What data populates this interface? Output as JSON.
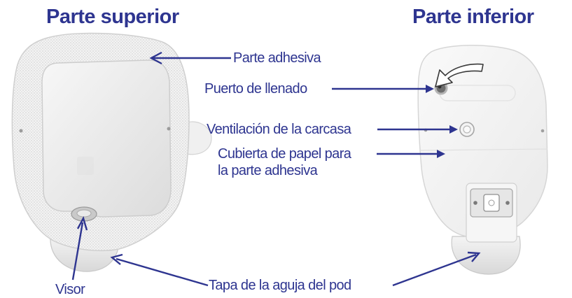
{
  "colors": {
    "heading": "#2e3590",
    "label": "#2e3590",
    "arrow": "#2e3590",
    "adhesive": "#f2f2f2",
    "pod_body": "#ececec",
    "curved_arrow_fill": "#ffffff"
  },
  "headings": {
    "top_view": "Parte superior",
    "bottom_view": "Parte inferior"
  },
  "labels": {
    "adhesive": "Parte adhesiva",
    "fill_port": "Puerto de llenado",
    "housing_vent": "Ventilación de la carcasa",
    "paper_cover_line1": "Cubierta de papel para",
    "paper_cover_line2": "la parte adhesiva",
    "needle_cap": "Tapa de la aguja del pod",
    "viewer": "Visor"
  }
}
